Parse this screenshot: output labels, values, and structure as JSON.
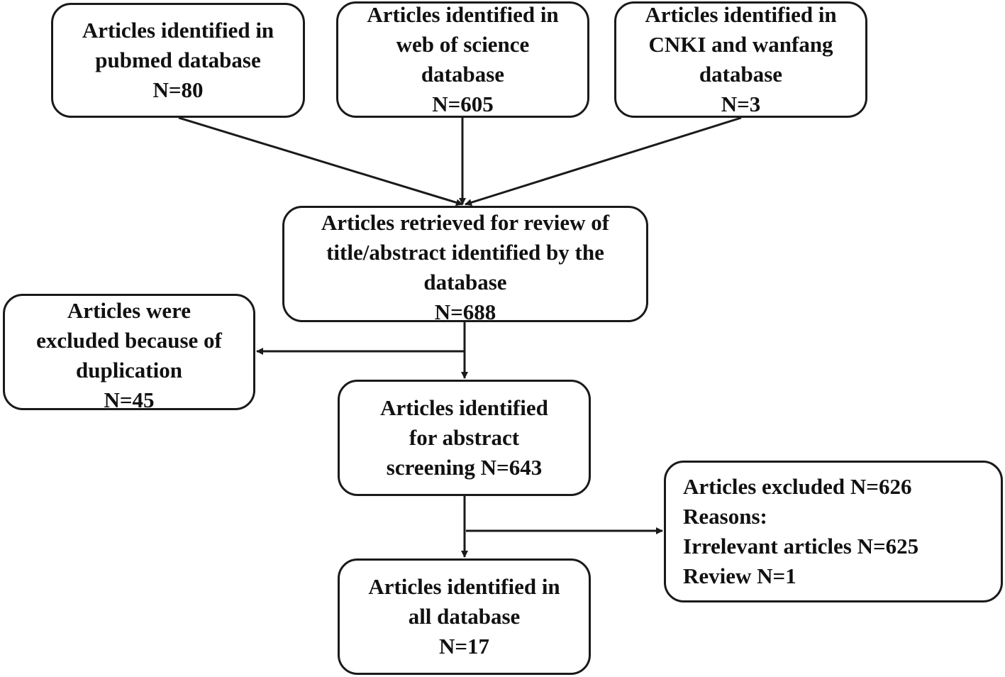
{
  "boxes": {
    "pubmed": {
      "lines": [
        "Articles identified in",
        "pubmed database",
        "N=80"
      ]
    },
    "web_of_science": {
      "lines": [
        "Articles identified in",
        "web of science",
        "database",
        "N=605"
      ]
    },
    "cnki_wanfang": {
      "lines": [
        "Articles identified in",
        "CNKI and wanfang",
        "database",
        "N=3"
      ]
    },
    "retrieved": {
      "lines": [
        "Articles retrieved for review of",
        "title/abstract identified by the",
        "database",
        "N=688"
      ]
    },
    "duplicates": {
      "lines": [
        "Articles were",
        "excluded because of",
        "duplication",
        "N=45"
      ]
    },
    "screening": {
      "lines": [
        "Articles identified",
        "for abstract",
        "screening N=643"
      ]
    },
    "excluded": {
      "lines": [
        "Articles excluded N=626",
        "Reasons:",
        "Irrelevant articles N=625",
        "Review N=1"
      ]
    },
    "final": {
      "lines": [
        "Articles identified in",
        "all database",
        "N=17"
      ]
    }
  },
  "colors": {
    "stroke": "#1a1a1a",
    "text": "#111111",
    "background": "#ffffff"
  }
}
